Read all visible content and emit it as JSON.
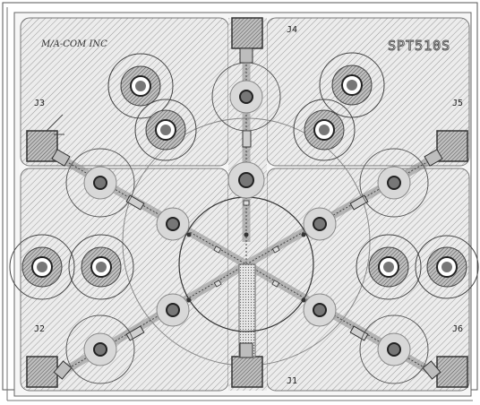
{
  "board": {
    "part_number": "SPT510S",
    "logo_text": "M/A-COM INC",
    "ports": [
      {
        "id": "j1",
        "label": "J1"
      },
      {
        "id": "j2",
        "label": "J2"
      },
      {
        "id": "j3",
        "label": "J3"
      },
      {
        "id": "j4",
        "label": "J4"
      },
      {
        "id": "j5",
        "label": "J5"
      },
      {
        "id": "j6",
        "label": "J6"
      }
    ]
  },
  "colors": {
    "hatch": "#9a9a9a",
    "outline": "#444444",
    "via_fill": "#7a7a7a",
    "connector_fill": "#bdbdbd"
  }
}
